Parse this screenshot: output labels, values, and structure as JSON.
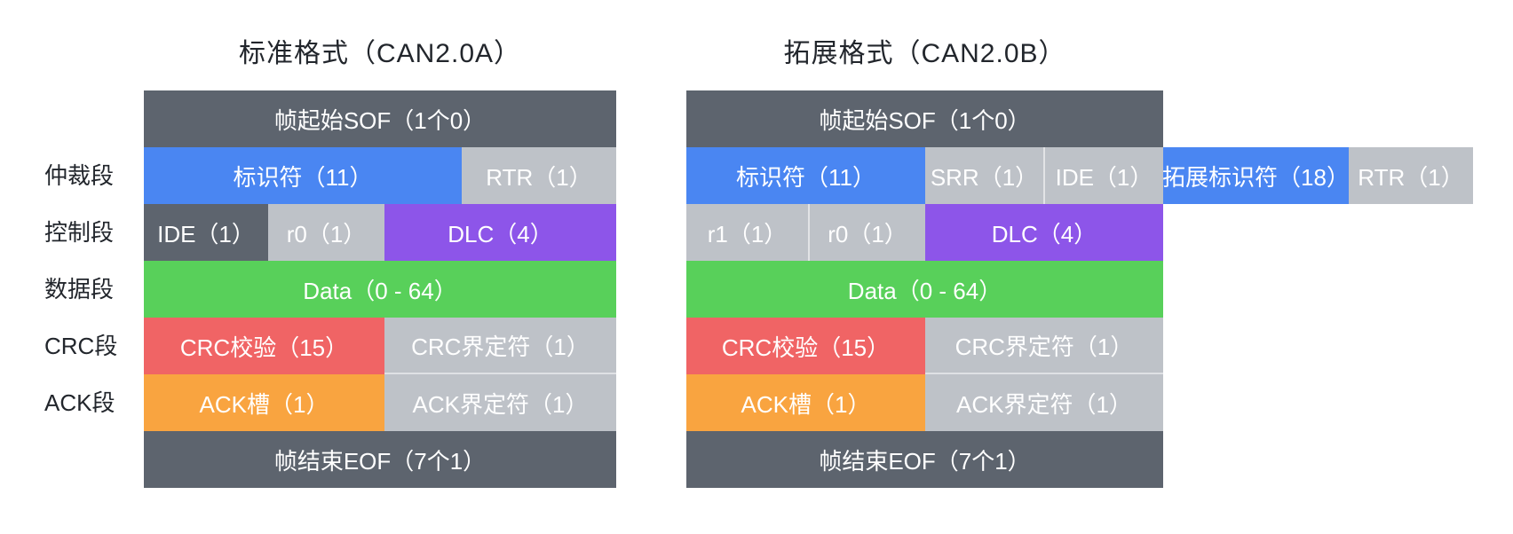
{
  "page": {
    "background": "#ffffff"
  },
  "colors": {
    "frame_edge_dark": "#5d646e",
    "gray_field": "#bec2c8",
    "identifier_blue": "#4a86f2",
    "dlc_purple": "#8d55e9",
    "data_green": "#58d05a",
    "crc_red": "#f06465",
    "ack_orange": "#f9a440",
    "text_on_block": "#ffffff",
    "label_ink": "#22262c"
  },
  "row_labels": [
    "仲裁段",
    "控制段",
    "数据段",
    "CRC段",
    "ACK段"
  ],
  "standard": {
    "title": "标准格式（CAN2.0A）",
    "segments": {
      "sof": "帧起始SOF（1个0）",
      "identifier": "标识符（11）",
      "rtr": "RTR（1）",
      "ide": "IDE（1）",
      "r0": "r0（1）",
      "dlc": "DLC（4）",
      "data": "Data（0 - 64）",
      "crc_check": "CRC校验（15）",
      "crc_delimiter": "CRC界定符（1）",
      "ack_slot": "ACK槽（1）",
      "ack_delimiter": "ACK界定符（1）",
      "eof": "帧结束EOF（7个1）"
    }
  },
  "extended": {
    "title": "拓展格式（CAN2.0B）",
    "segments": {
      "sof": "帧起始SOF（1个0）",
      "identifier": "标识符（11）",
      "srr": "SRR（1）",
      "ide": "IDE（1）",
      "extended_identifier": "拓展标识符（18）",
      "rtr": "RTR（1）",
      "r1": "r1（1）",
      "r0": "r0（1）",
      "dlc": "DLC（4）",
      "data": "Data（0 - 64）",
      "crc_check": "CRC校验（15）",
      "crc_delimiter": "CRC界定符（1）",
      "ack_slot": "ACK槽（1）",
      "ack_delimiter": "ACK界定符（1）",
      "eof": "帧结束EOF（7个1）"
    }
  }
}
